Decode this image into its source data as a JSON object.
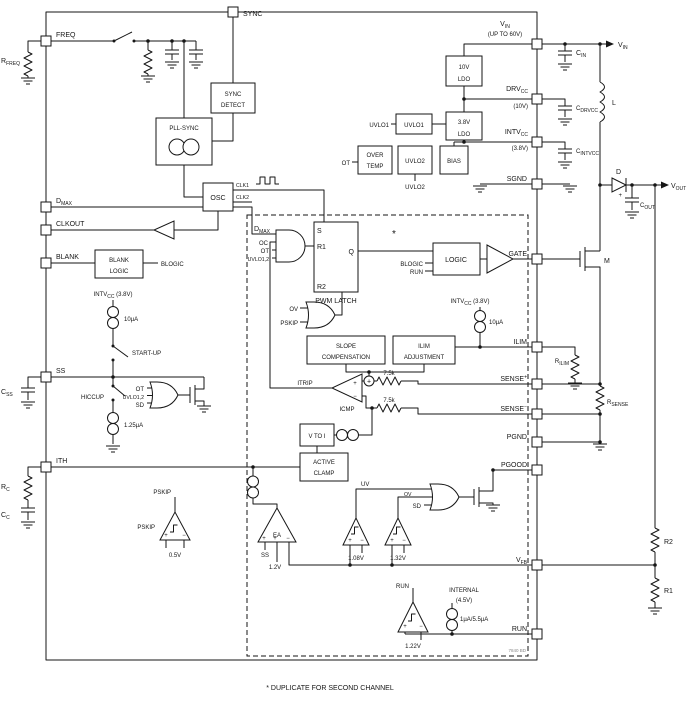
{
  "meta": {
    "footnote": "* DUPLICATE FOR SECOND CHANNEL",
    "doc_code": "7840 BD"
  },
  "sym": {
    "plus": "+",
    "minus": "−"
  },
  "pins": {
    "sync": "SYNC",
    "freq": "FREQ",
    "dmax": {
      "b": "D",
      "s": "MAX"
    },
    "clkout": "CLKOUT",
    "blank": "BLANK",
    "ss": "SS",
    "ith": "ITH",
    "vin": {
      "b": "V",
      "s": "IN"
    },
    "vin_note": "(UP TO 60V)",
    "drvcc": {
      "b": "DRV",
      "s": "CC"
    },
    "drvcc_note": "(10V)",
    "intvcc": {
      "b": "INTV",
      "s": "CC"
    },
    "intvcc_note": "(3.8V)",
    "sgnd": "SGND",
    "gate": "GATE",
    "ilim": "ILIM",
    "sensep": {
      "b": "SENSE",
      "s": "+"
    },
    "sensen": {
      "b": "SENSE",
      "s": "−"
    },
    "pgnd": "PGND",
    "pgood": "PGOOD",
    "vfb": {
      "b": "V",
      "s": "FB"
    },
    "run": "RUN"
  },
  "ext": {
    "rfreq": {
      "b": "R",
      "s": "FREQ"
    },
    "css": {
      "b": "C",
      "s": "SS"
    },
    "rc": {
      "b": "R",
      "s": "C"
    },
    "cc": {
      "b": "C",
      "s": "C"
    },
    "cin": {
      "b": "C",
      "s": "IN"
    },
    "cdrvcc": {
      "b": "C",
      "s": "DRVCC"
    },
    "cintvcc": {
      "b": "C",
      "s": "INTVCC"
    },
    "l": "L",
    "d": "D",
    "m": "M",
    "cout": {
      "b": "C",
      "s": "OUT"
    },
    "vout": {
      "b": "V",
      "s": "OUT"
    },
    "rilim": {
      "b": "R",
      "s": "ILIM"
    },
    "rsense": {
      "b": "R",
      "s": "SENSE"
    },
    "r2": "R2",
    "r1": "R1"
  },
  "blocks": {
    "sync_detect": [
      "SYNC",
      "DETECT"
    ],
    "pll_sync": "PLL-SYNC",
    "osc": "OSC",
    "clk1": "CLK1",
    "clk2": "CLK2",
    "blank_logic": [
      "BLANK",
      "LOGIC"
    ],
    "ldo10": [
      "10V",
      "LDO"
    ],
    "ldo38": [
      "3.8V",
      "LDO"
    ],
    "uvlo1": "UVLO1",
    "uvlo2": "UVLO2",
    "over_temp": [
      "OVER",
      "TEMP"
    ],
    "bias": "BIAS",
    "logic": "LOGIC",
    "pwm_latch": "PWM LATCH",
    "slope_comp": [
      "SLOPE",
      "COMPENSATION"
    ],
    "ilim_adj": [
      "ILIM",
      "ADJUSTMENT"
    ],
    "v_to_i": "V TO I",
    "active_clamp": [
      "ACTIVE",
      "CLAMP"
    ],
    "internal": [
      "INTERNAL",
      "(4.5V)"
    ]
  },
  "latch": {
    "s": "S",
    "r1": "R1",
    "q": "Q",
    "r2": "R2"
  },
  "nets": {
    "blogic": "BLOGIC",
    "run": "RUN",
    "oc": "OC",
    "ot": "OT",
    "uvlo12": "UVLO1,2",
    "sd": "SD",
    "ov": "OV",
    "uv": "UV",
    "pskip": "PSKIP",
    "itrip": "ITRIP",
    "icmp": "ICMP",
    "ea": "EA",
    "ss": "SS",
    "asterisk": "*"
  },
  "values": {
    "i10": "10µA",
    "i125": "1.25µA",
    "irun": "1µA/5.5µA",
    "r75": "7.5k",
    "v05": "0.5V",
    "v12": "1.2V",
    "v108": "1.08V",
    "v132": "1.32V",
    "v122": "1.22V",
    "intvcc38": {
      "b": "INTV",
      "s": "CC",
      "r": " (3.8V)"
    },
    "startup": "START-UP",
    "hiccup": "HICCUP"
  }
}
